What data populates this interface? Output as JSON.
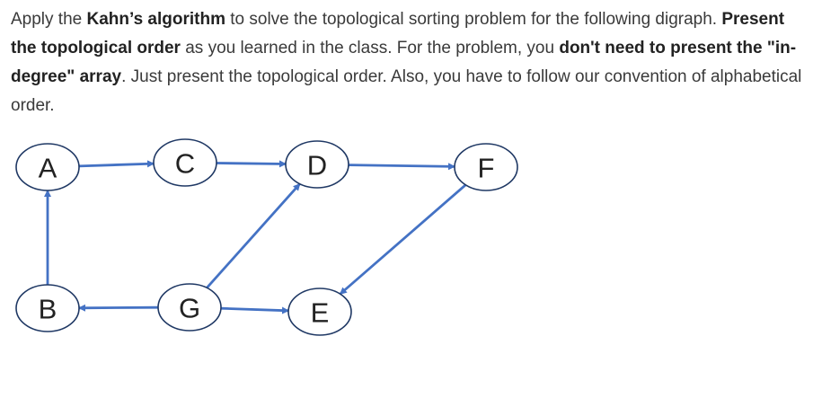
{
  "question": {
    "parts": [
      {
        "text": "Apply the ",
        "bold": false
      },
      {
        "text": "Kahn’s algorithm",
        "bold": true
      },
      {
        "text": " to solve the topological sorting problem for the following digraph. ",
        "bold": false
      },
      {
        "text": "Present the topological order",
        "bold": true
      },
      {
        "text": " as you learned in the class. For the problem, you ",
        "bold": false
      },
      {
        "text": "don't need to present the \"in-degree\" array",
        "bold": true
      },
      {
        "text": ". Just present the topological order. Also, you have to follow our convention of alphabetical order.",
        "bold": false
      }
    ]
  },
  "graph": {
    "colors": {
      "edge": "#4472c4",
      "node_border": "#1f3864"
    },
    "nodes": [
      {
        "id": "A",
        "label": "A"
      },
      {
        "id": "C",
        "label": "C"
      },
      {
        "id": "D",
        "label": "D"
      },
      {
        "id": "F",
        "label": "F"
      },
      {
        "id": "B",
        "label": "B"
      },
      {
        "id": "G",
        "label": "G"
      },
      {
        "id": "E",
        "label": "E"
      }
    ],
    "edges": [
      {
        "from": "A",
        "to": "C"
      },
      {
        "from": "C",
        "to": "D"
      },
      {
        "from": "D",
        "to": "F"
      },
      {
        "from": "B",
        "to": "A"
      },
      {
        "from": "G",
        "to": "B"
      },
      {
        "from": "G",
        "to": "D"
      },
      {
        "from": "G",
        "to": "E"
      },
      {
        "from": "F",
        "to": "E"
      }
    ]
  }
}
